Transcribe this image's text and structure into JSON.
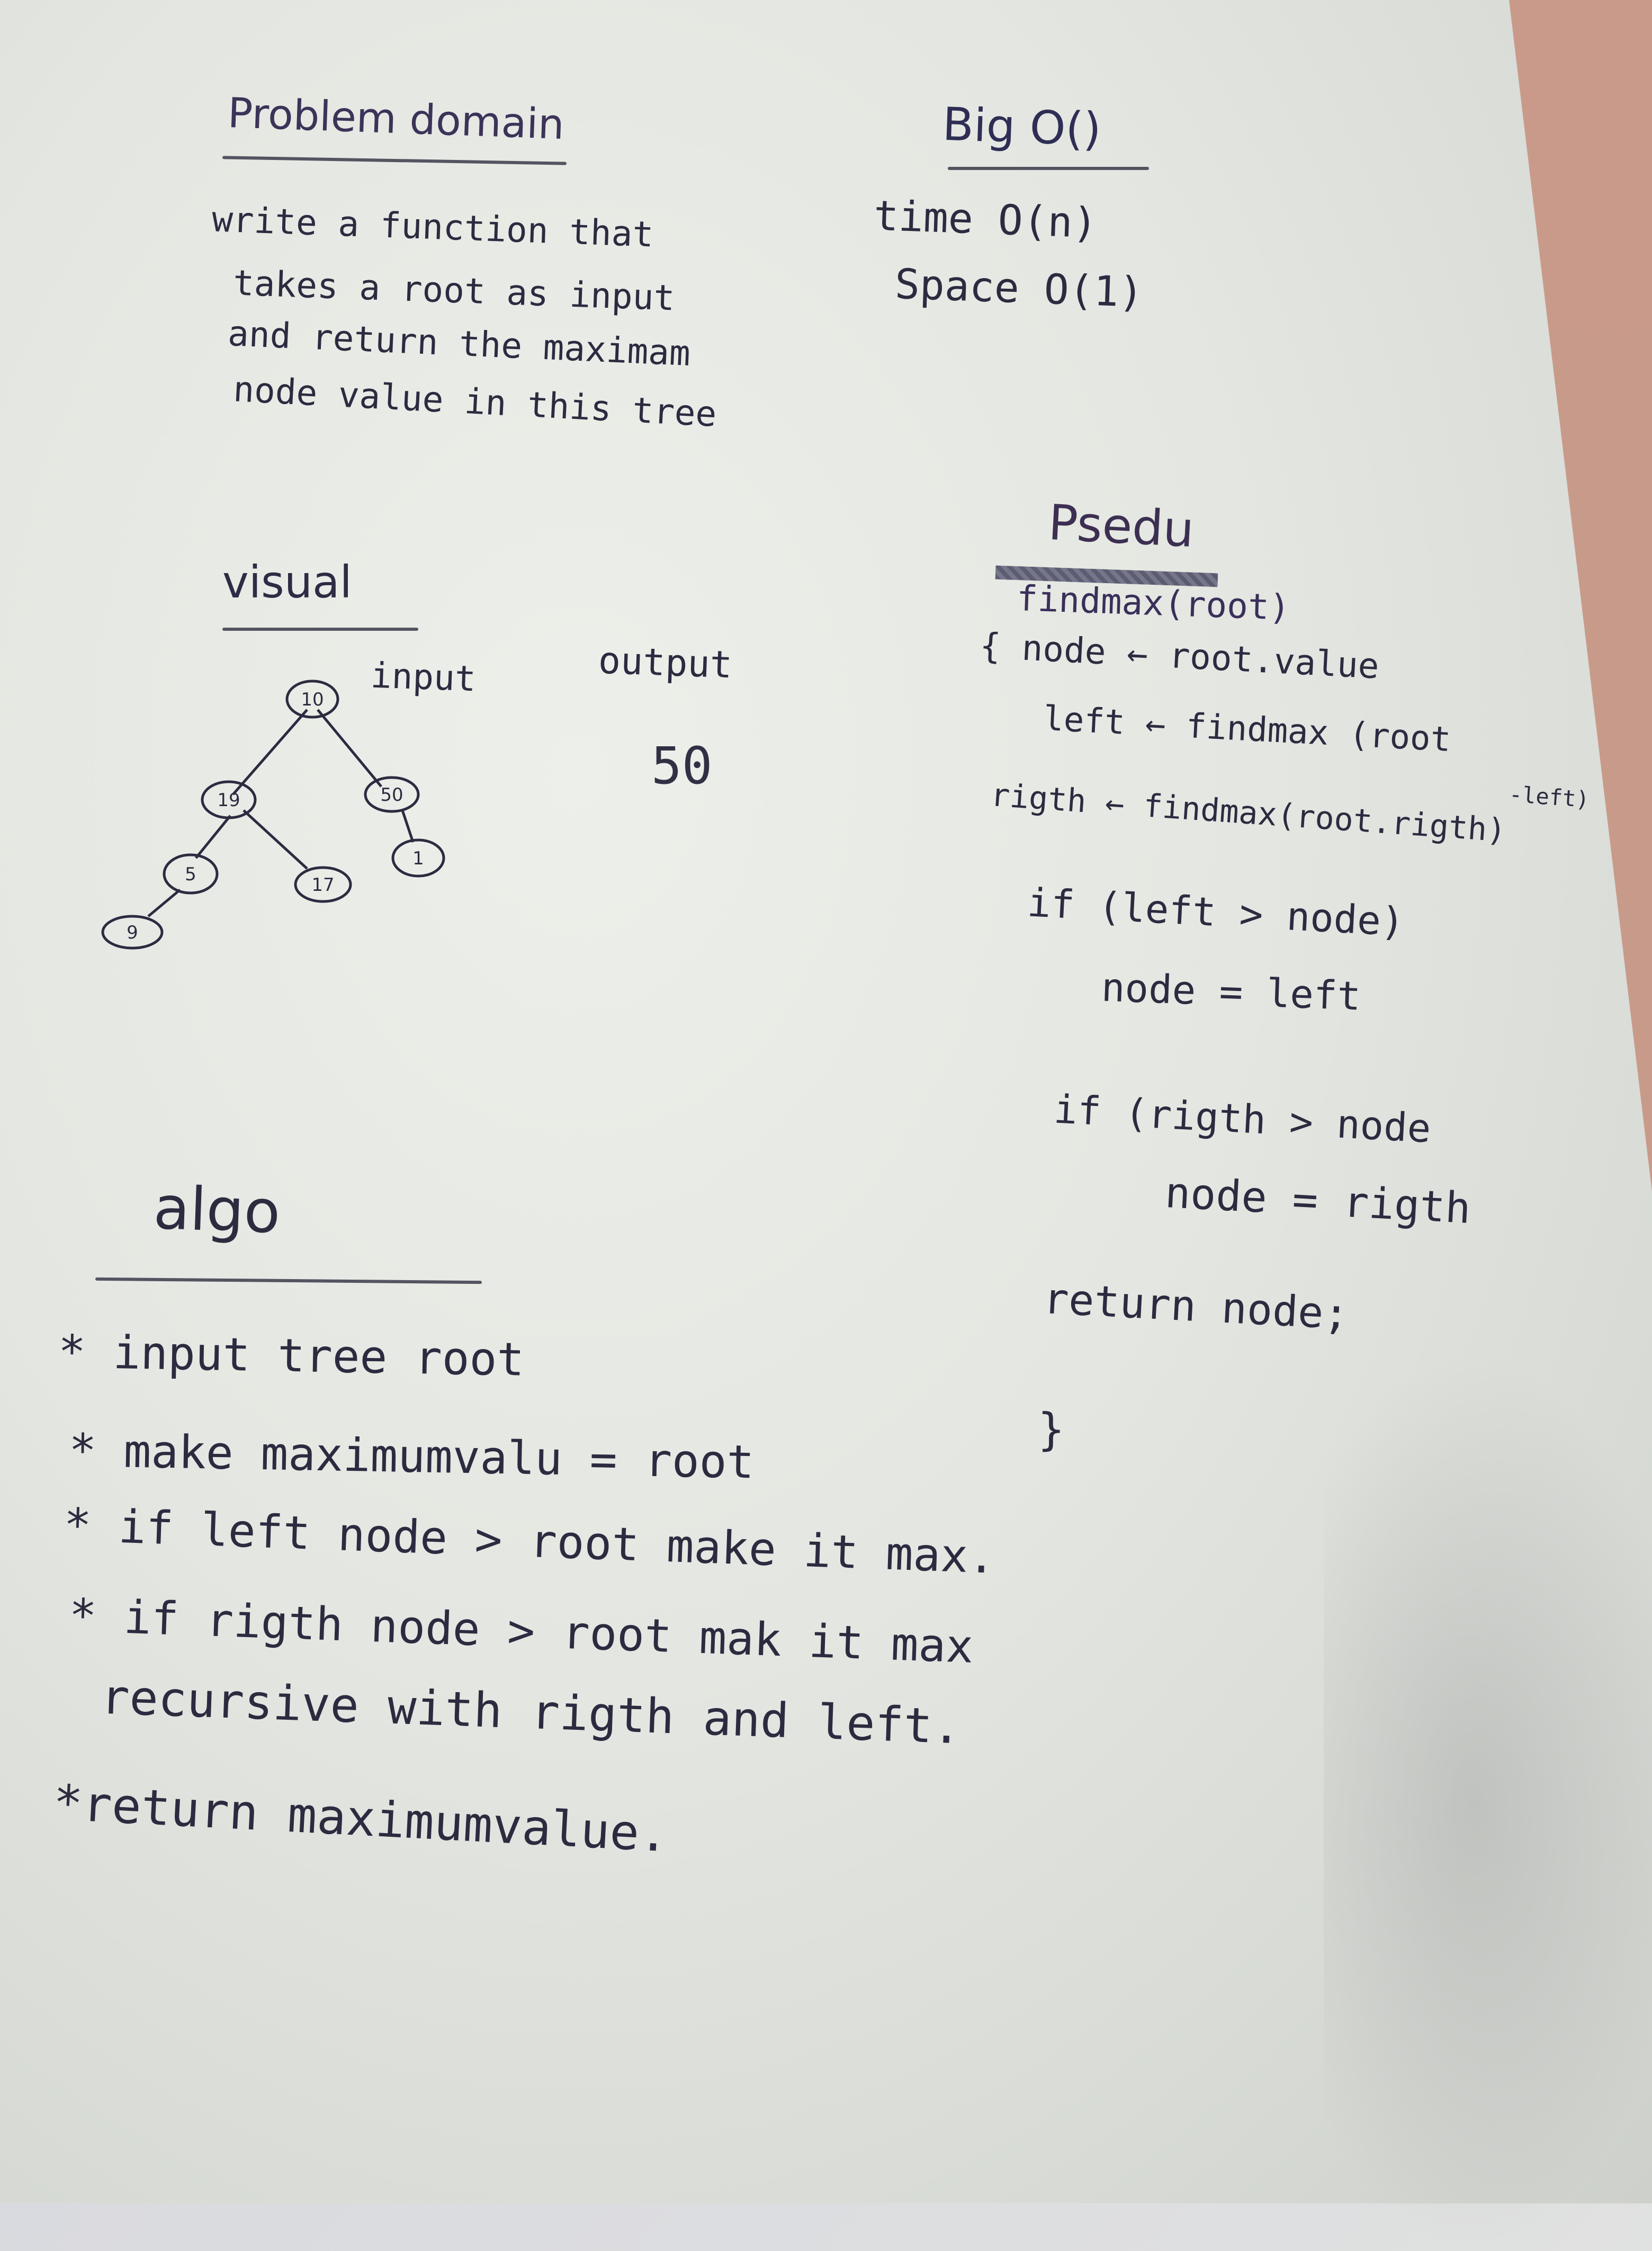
{
  "problem_domain": {
    "heading": "Problem domain",
    "lines": [
      "write a function that",
      "takes a root as input",
      "and return the maximam",
      "node value in this tree"
    ]
  },
  "big_o": {
    "heading": "Big O()",
    "time": "time O(n)",
    "space": "Space O(1)"
  },
  "visual": {
    "heading": "visual",
    "input_label": "input",
    "output_label": "output",
    "output_value": "50",
    "tree_nodes": [
      "10",
      "19",
      "50",
      "5",
      "17",
      "1",
      "9"
    ]
  },
  "pseudo": {
    "heading": "Psedu",
    "lines": [
      "findmax(root)",
      "{ node ← root.value",
      "left ← findmax (root",
      "-left)",
      "rigth ← findmax(root.rigth)",
      "if (left > node)",
      "node = left",
      "if (rigth > node",
      "node = rigth",
      "return node;",
      "}"
    ]
  },
  "algo": {
    "heading": "algo",
    "lines": [
      "* input tree root",
      "* make maximumvalu = root",
      "* if left node > root make it max.",
      "* if rigth node > root mak it max",
      "recursive with rigth and left.",
      "*return maximumvalue."
    ]
  }
}
